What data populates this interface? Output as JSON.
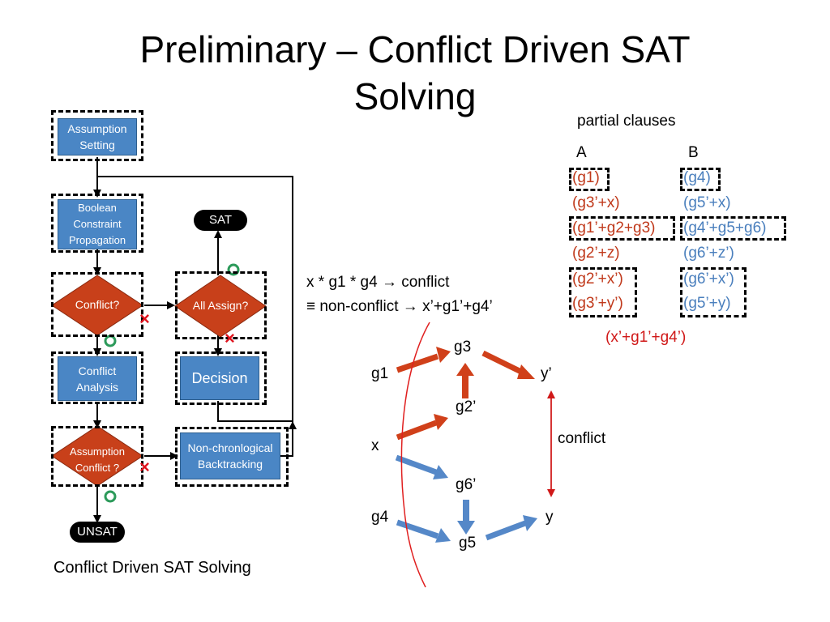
{
  "slide": {
    "title_line1": "Preliminary – Conflict Driven SAT",
    "title_line2": "Solving"
  },
  "flowchart": {
    "assumption_setting_1": "Assumption",
    "assumption_setting_2": "Setting",
    "bcp_1": "Boolean",
    "bcp_2": "Constraint",
    "bcp_3": "Propagation",
    "conflict_q": "Conflict?",
    "conflict_analysis_1": "Conflict",
    "conflict_analysis_2": "Analysis",
    "assumption_conflict_1": "Assumption",
    "assumption_conflict_2": "Conflict ?",
    "unsat": "UNSAT",
    "sat": "SAT",
    "all_assign": "All Assign?",
    "decision": "Decision",
    "ncb_1": "Non-chronlogical",
    "ncb_2": "Backtracking",
    "yes_mark": "o",
    "no_mark": "×",
    "caption": "Conflict Driven SAT Solving"
  },
  "clauses": {
    "heading": "partial clauses",
    "col_a": "A",
    "col_b": "B",
    "a": [
      "(g1)",
      "(g3’+x)",
      "(g1’+g2+g3)",
      "(g2’+z)",
      "(g2’+x’)",
      "(g3’+y’)"
    ],
    "b": [
      "(g4)",
      "(g5’+x)",
      "(g4’+g5+g6)",
      "(g6’+z’)",
      "(g6’+x’)",
      "(g5’+y)"
    ],
    "interpolant": "(x’+g1’+g4’)"
  },
  "statement": {
    "line1": "x * g1 * g4 →   conflict",
    "line2": "≡   non-conflict →  x’+g1’+g4’"
  },
  "graph": {
    "nodes": {
      "g1": "g1",
      "g3": "g3",
      "y_prime": "y’",
      "g2_prime": "g2’",
      "x": "x",
      "g6_prime": "g6’",
      "g4": "g4",
      "g5": "g5",
      "y": "y"
    },
    "conflict_label": "conflict"
  },
  "colors": {
    "red_clause": "#c0391b",
    "blue_clause": "#4a7fbd",
    "diamond_fill": "#c8401a",
    "box_fill": "#4a86c5",
    "red_arrow": "#d0401a",
    "blue_arrow": "#5588c8",
    "cut_line": "#e02020"
  }
}
